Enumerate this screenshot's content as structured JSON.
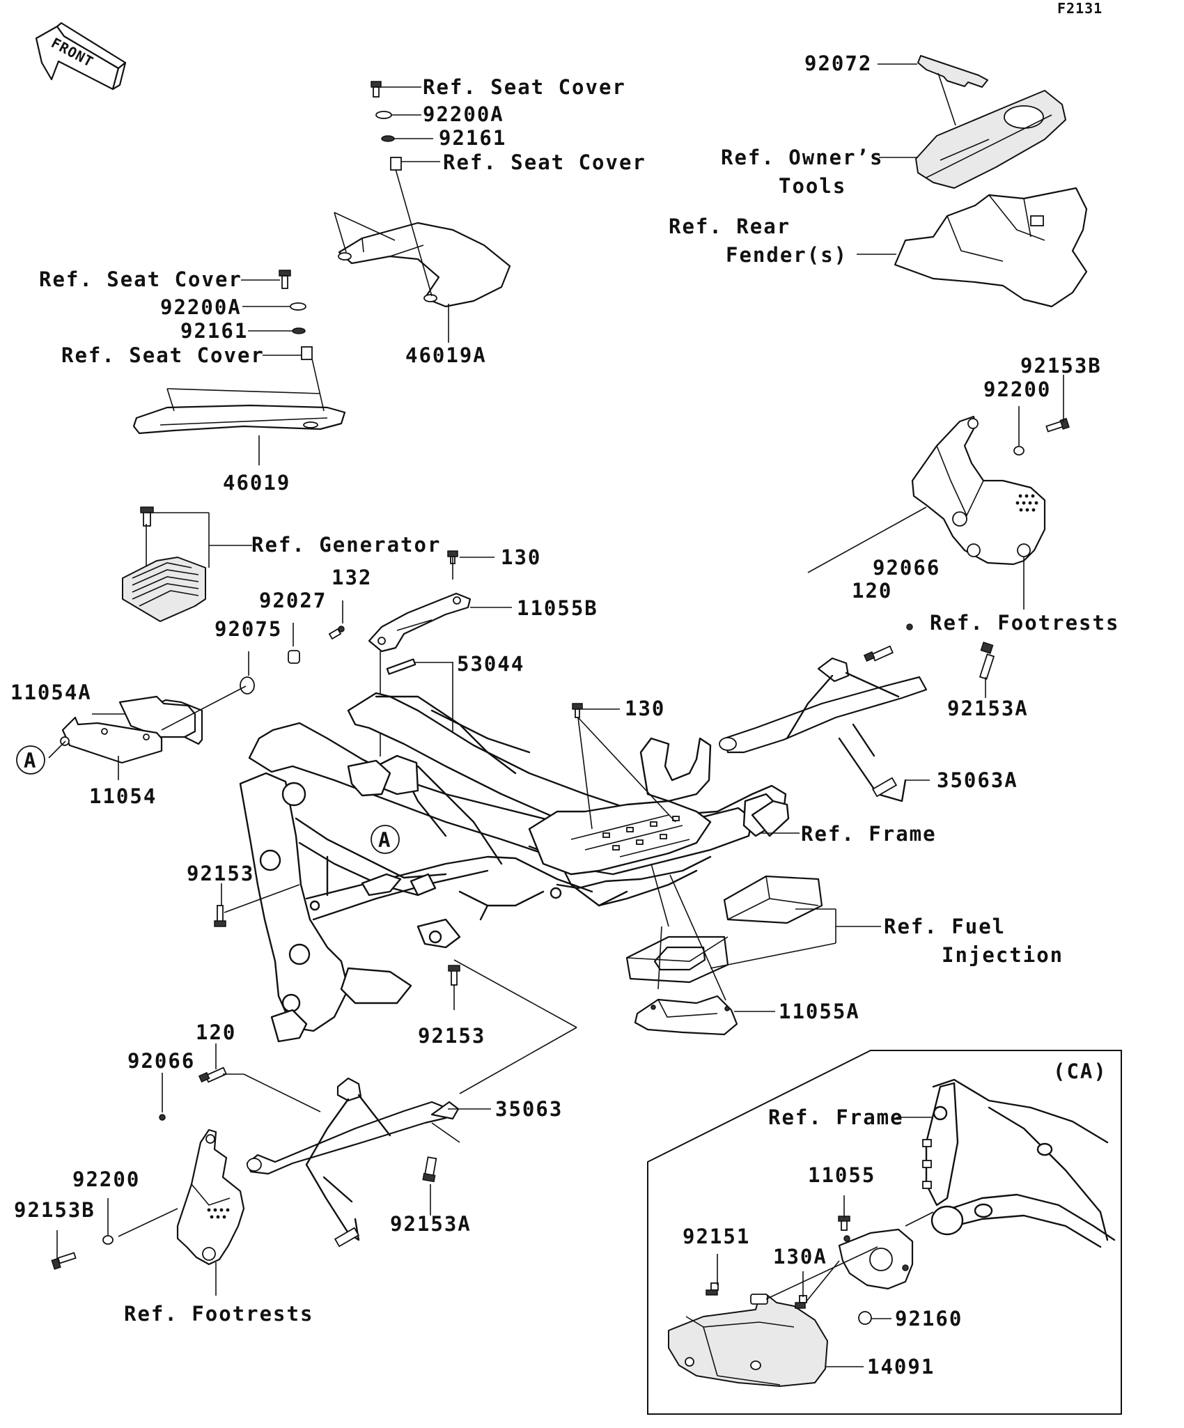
{
  "figure_code": "F2131",
  "front_arrow": "FRONT",
  "labels": {
    "seat_cover_top_1": "Ref. Seat  Cover",
    "p92200A_top": "92200A",
    "p92161_top": "92161",
    "seat_cover_top_2": "Ref. Seat  Cover",
    "p46019A": "46019A",
    "seat_cover_left_1": "Ref. Seat  Cover",
    "p92200A_left": "92200A",
    "p92161_left": "92161",
    "seat_cover_left_2": "Ref. Seat  Cover",
    "p46019": "46019",
    "p92072": "92072",
    "owners_tools_1": "Ref. Owner’s",
    "owners_tools_2": "Tools",
    "rear_fender_1": "Ref. Rear",
    "rear_fender_2": "Fender(s)",
    "p92153B_right": "92153B",
    "p92200_right": "92200",
    "p92066_right": "92066",
    "p120_right": "120",
    "footrests_right": "Ref. Footrests",
    "p92153A_right": "92153A",
    "p35063A": "35063A",
    "generator": "Ref. Generator",
    "p130_top": "130",
    "p11055B": "11055B",
    "p132": "132",
    "p92027": "92027",
    "p92075": "92075",
    "p53044": "53044",
    "p11054A": "11054A",
    "p11054": "11054",
    "p130_mid": "130",
    "ref_frame": "Ref. Frame",
    "p92153_left": "92153",
    "fuel_injection_1": "Ref. Fuel",
    "fuel_injection_2": "Injection",
    "p92153_mid": "92153",
    "p11055A": "11055A",
    "p120_left": "120",
    "p92066_left": "92066",
    "p35063": "35063",
    "p92200_left": "92200",
    "p92153B_left": "92153B",
    "p92153A_left": "92153A",
    "footrests_left": "Ref. Footrests",
    "ca_tag": "(CA)",
    "ca_ref_frame": "Ref. Frame",
    "p11055": "11055",
    "p92151": "92151",
    "p130A": "130A",
    "p92160": "92160",
    "p14091": "14091",
    "callout_a_left": "A",
    "callout_a_frame": "A"
  }
}
